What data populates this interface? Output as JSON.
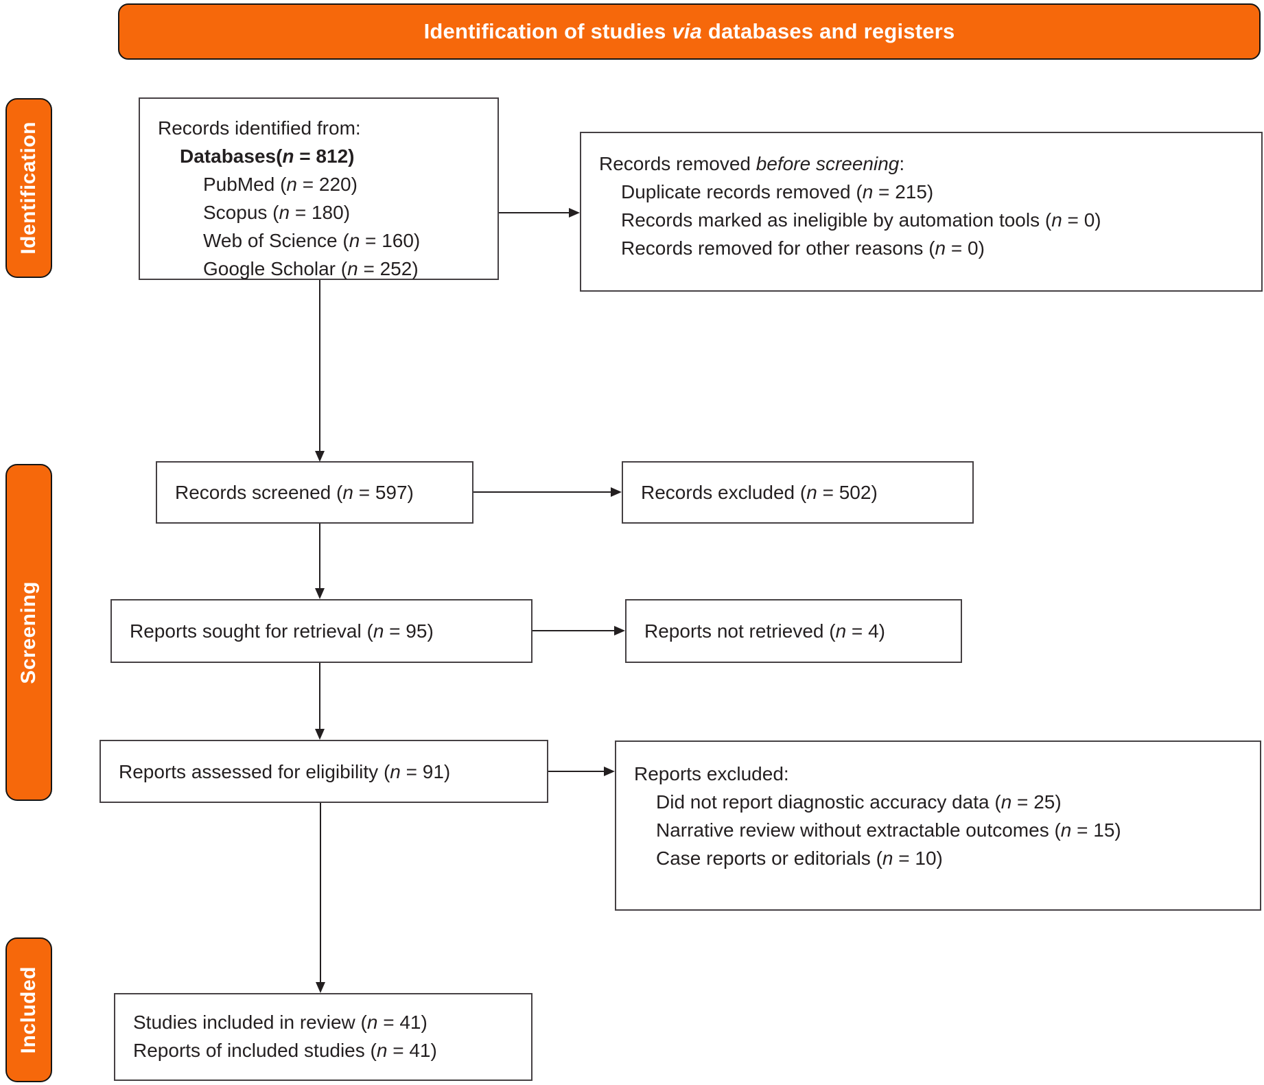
{
  "colors": {
    "accent_orange": "#F6680B",
    "banner_text": "#FFFFFF",
    "box_border": "#454043",
    "text": "#231F20",
    "arrow": "#231F20"
  },
  "banner": {
    "title": "Identification of studies *via* databases and registers"
  },
  "sidebar": {
    "stages": [
      {
        "label": "Identification"
      },
      {
        "label": "Screening"
      },
      {
        "label": "Included"
      }
    ]
  },
  "boxes": {
    "identified": {
      "lines": [
        {
          "text": "Records identified from:",
          "indent": 0
        },
        {
          "text": "**Databases(*n* = 812)**",
          "indent": 1
        },
        {
          "text": "PubMed (*n* = 220)",
          "indent": 2
        },
        {
          "text": "Scopus (*n* = 180)",
          "indent": 2
        },
        {
          "text": "Web of Science (*n* = 160)",
          "indent": 2
        },
        {
          "text": "Google Scholar (*n* = 252)",
          "indent": 2
        }
      ]
    },
    "removed": {
      "lines": [
        {
          "text": "Records removed *before screening*:",
          "indent": 0
        },
        {
          "text": "Duplicate records removed (*n* = 215)",
          "indent": 1
        },
        {
          "text": "Records marked as ineligible by automation tools (*n* = 0)",
          "indent": 1
        },
        {
          "text": "Records removed for other reasons (*n* = 0)",
          "indent": 1
        }
      ]
    },
    "screened": {
      "text": "Records screened (*n* = 597)"
    },
    "excluded": {
      "text": "Records excluded (*n* = 502)"
    },
    "sought": {
      "text": "Reports sought for retrieval (*n* = 95)"
    },
    "not_retrieved": {
      "text": "Reports not retrieved (*n* = 4)"
    },
    "assessed": {
      "text": "Reports assessed for eligibility (*n* = 91)"
    },
    "reports_excluded": {
      "lines": [
        {
          "text": "Reports excluded:",
          "indent": 0
        },
        {
          "text": "Did not report diagnostic accuracy data (*n* = 25)",
          "indent": 1
        },
        {
          "text": "Narrative review without extractable outcomes (*n* = 15)",
          "indent": 1
        },
        {
          "text": "Case reports or editorials (*n* = 10)",
          "indent": 1
        }
      ]
    },
    "included": {
      "lines": [
        {
          "text": "Studies included in review (*n* = 41)",
          "indent": 0
        },
        {
          "text": "Reports of included studies (*n* = 41)",
          "indent": 0
        }
      ]
    }
  }
}
